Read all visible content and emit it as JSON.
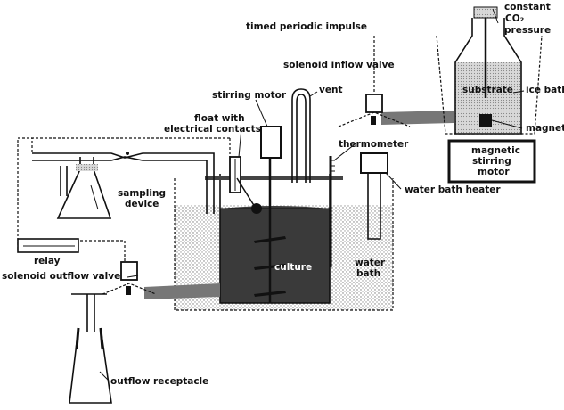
{
  "labels": {
    "constant_co2_pressure_line1": "constant",
    "constant_co2_pressure_line2": "CO₂",
    "constant_co2_pressure_line3": "pressure",
    "timed_periodic_impulse": "timed periodic impulse",
    "solenoid_inflow_valve": "solenoid inflow valve",
    "substrate": "substrate",
    "ice_bath": "ice bath",
    "magnet": "magnet",
    "magnetic_stirring_motor_line1": "magnetic",
    "magnetic_stirring_motor_line2": "stirring",
    "magnetic_stirring_motor_line3": "motor",
    "stirring_motor": "stirring motor",
    "vent": "vent",
    "float_line1": "float with",
    "float_line2": "electrical contacts",
    "thermometer": "thermometer",
    "water_bath_heater": "water bath heater",
    "sampling_device_line1": "sampling",
    "sampling_device_line2": "device",
    "relay": "relay",
    "solenoid_outflow_valve": "solenoid outflow valve",
    "culture": "culture",
    "water_bath_line1": "water",
    "water_bath_line2": "bath",
    "outflow_receptacle": "outflow receptacle"
  }
}
